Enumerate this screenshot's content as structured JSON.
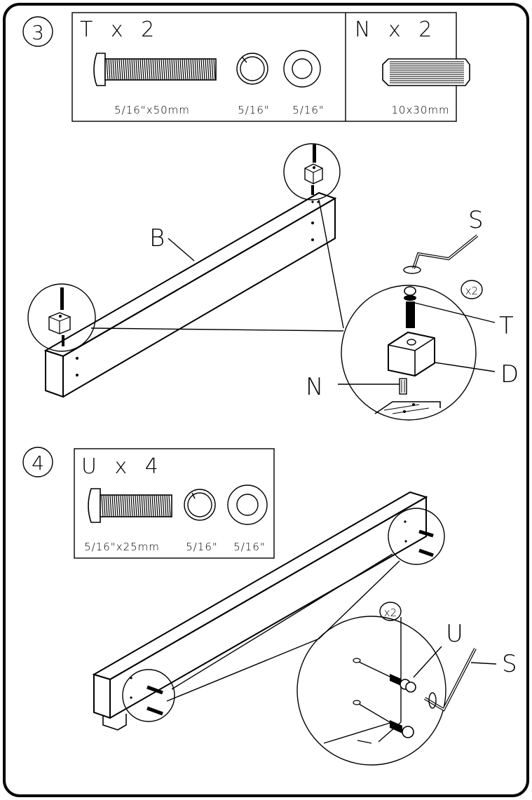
{
  "step3": {
    "number": "3",
    "parts_box": {
      "left_title": "T x 2",
      "right_title": "N x 2",
      "labels": {
        "bolt": "5/16\"x50mm",
        "lock_washer": "5/16\"",
        "flat_washer": "5/16\"",
        "dowel": "10x30mm"
      }
    },
    "callouts": {
      "B": "B",
      "S": "S",
      "T": "T",
      "D": "D",
      "N": "N",
      "multiplier": "x2"
    }
  },
  "step4": {
    "number": "4",
    "parts_box": {
      "title": "U x 4",
      "labels": {
        "bolt": "5/16\"x25mm",
        "lock_washer": "5/16\"",
        "flat_washer": "5/16\""
      }
    },
    "callouts": {
      "U": "U",
      "S": "S",
      "multiplier": "x2"
    }
  }
}
